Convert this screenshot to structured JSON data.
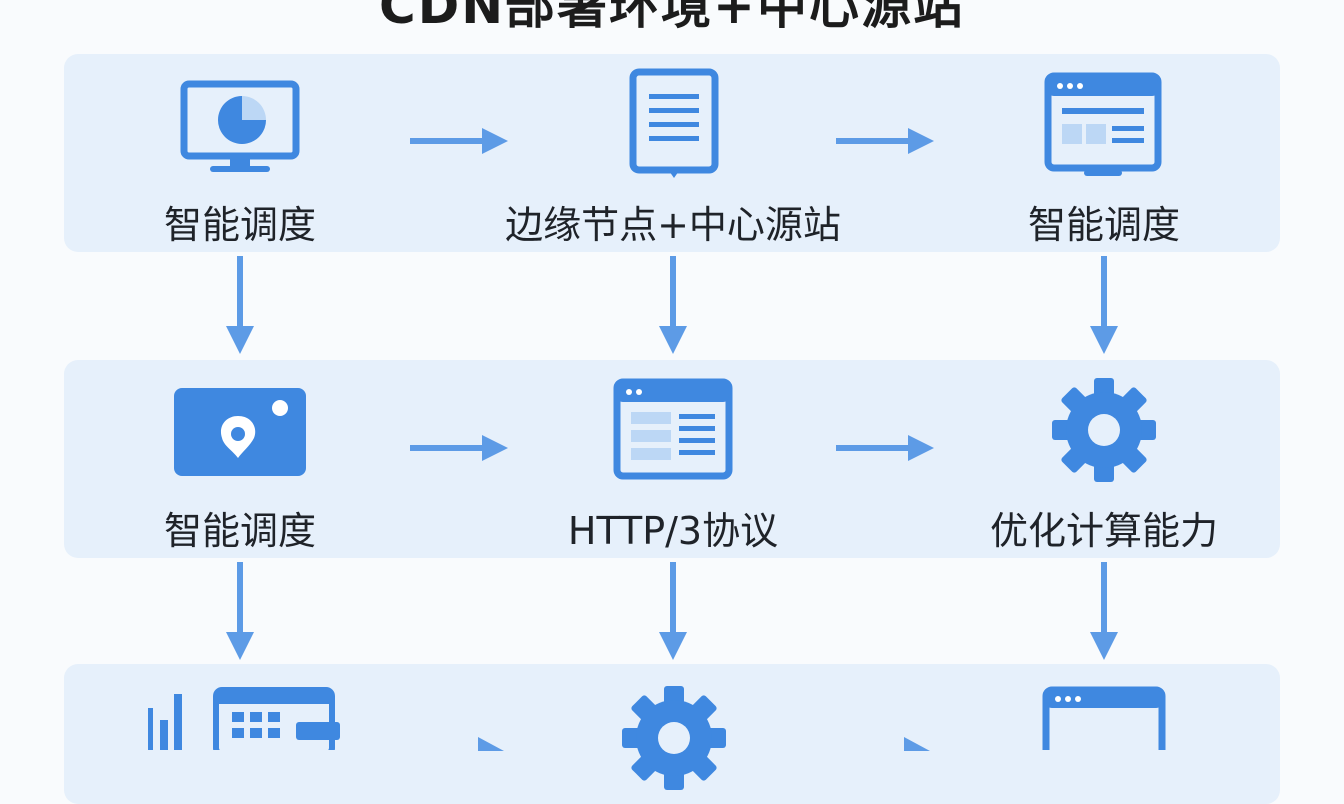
{
  "title": "CDN部署环境+中心源站",
  "rows": [
    {
      "nodes": [
        {
          "label": "智能调度",
          "icon": "monitor-chart-icon"
        },
        {
          "label": "边缘节点+中心源站",
          "icon": "document-icon"
        },
        {
          "label": "智能调度",
          "icon": "browser-window-icon"
        }
      ]
    },
    {
      "nodes": [
        {
          "label": "智能调度",
          "icon": "image-card-icon"
        },
        {
          "label": "HTTP/3协议",
          "icon": "browser-window-icon"
        },
        {
          "label": "优化计算能力",
          "icon": "gear-icon"
        }
      ]
    },
    {
      "nodes": [
        {
          "label": "",
          "icon": "bar-chart-calendar-icon"
        },
        {
          "label": "",
          "icon": "gear-icon"
        },
        {
          "label": "",
          "icon": "browser-window-icon"
        }
      ]
    }
  ],
  "colors": {
    "accent": "#3f88e0",
    "accent_light": "#bcd7f5",
    "arrow": "#5d9be6",
    "panel": "#e6f0fb",
    "background": "#f9fbfd"
  }
}
